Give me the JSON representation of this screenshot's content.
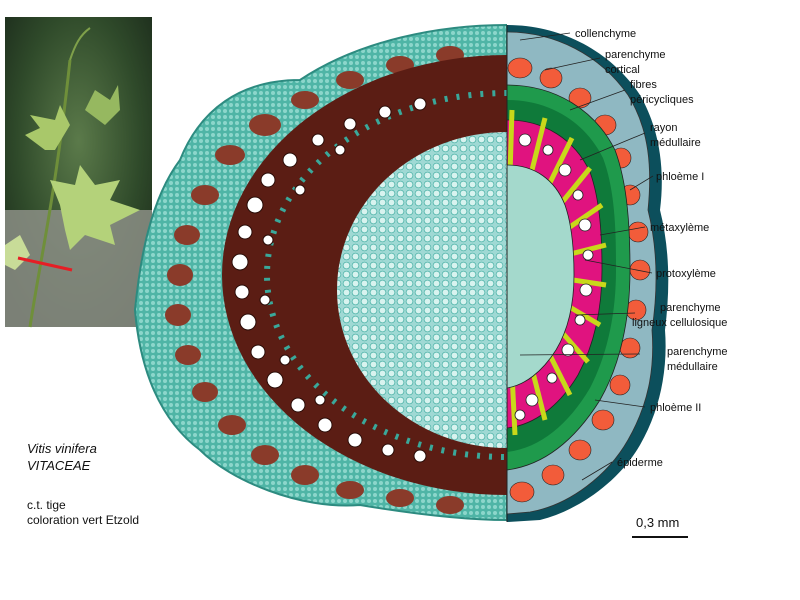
{
  "species": {
    "name": "Vitis vinifera",
    "family": "VITACEAE"
  },
  "notes": {
    "line1": "c.t. tige",
    "line2": "coloration vert Etzold"
  },
  "scale_bar": {
    "label": "0,3 mm"
  },
  "labels": [
    "collenchyme",
    "parenchyme",
    "cortical",
    "fibres",
    "péricycliques",
    "rayon",
    "médullaire",
    "phloème I",
    "métaxylème",
    "protoxylème",
    "parenchyme",
    "ligneux cellulosique",
    "parenchyme",
    "médullaire",
    "phloème II",
    "épiderme"
  ],
  "colors": {
    "collenchyme": "#0c4f5c",
    "cortex": "#8fb8c2",
    "phloem": "#f25c3a",
    "fibres": "#1f9a4c",
    "xylem": "#e0137f",
    "rays": "#c8d81a",
    "pith": "#a4d9cc",
    "photo_pith": "#9fd9d4",
    "photo_xylem": "#5b1d14",
    "photo_cortex": "#3aa89a"
  }
}
